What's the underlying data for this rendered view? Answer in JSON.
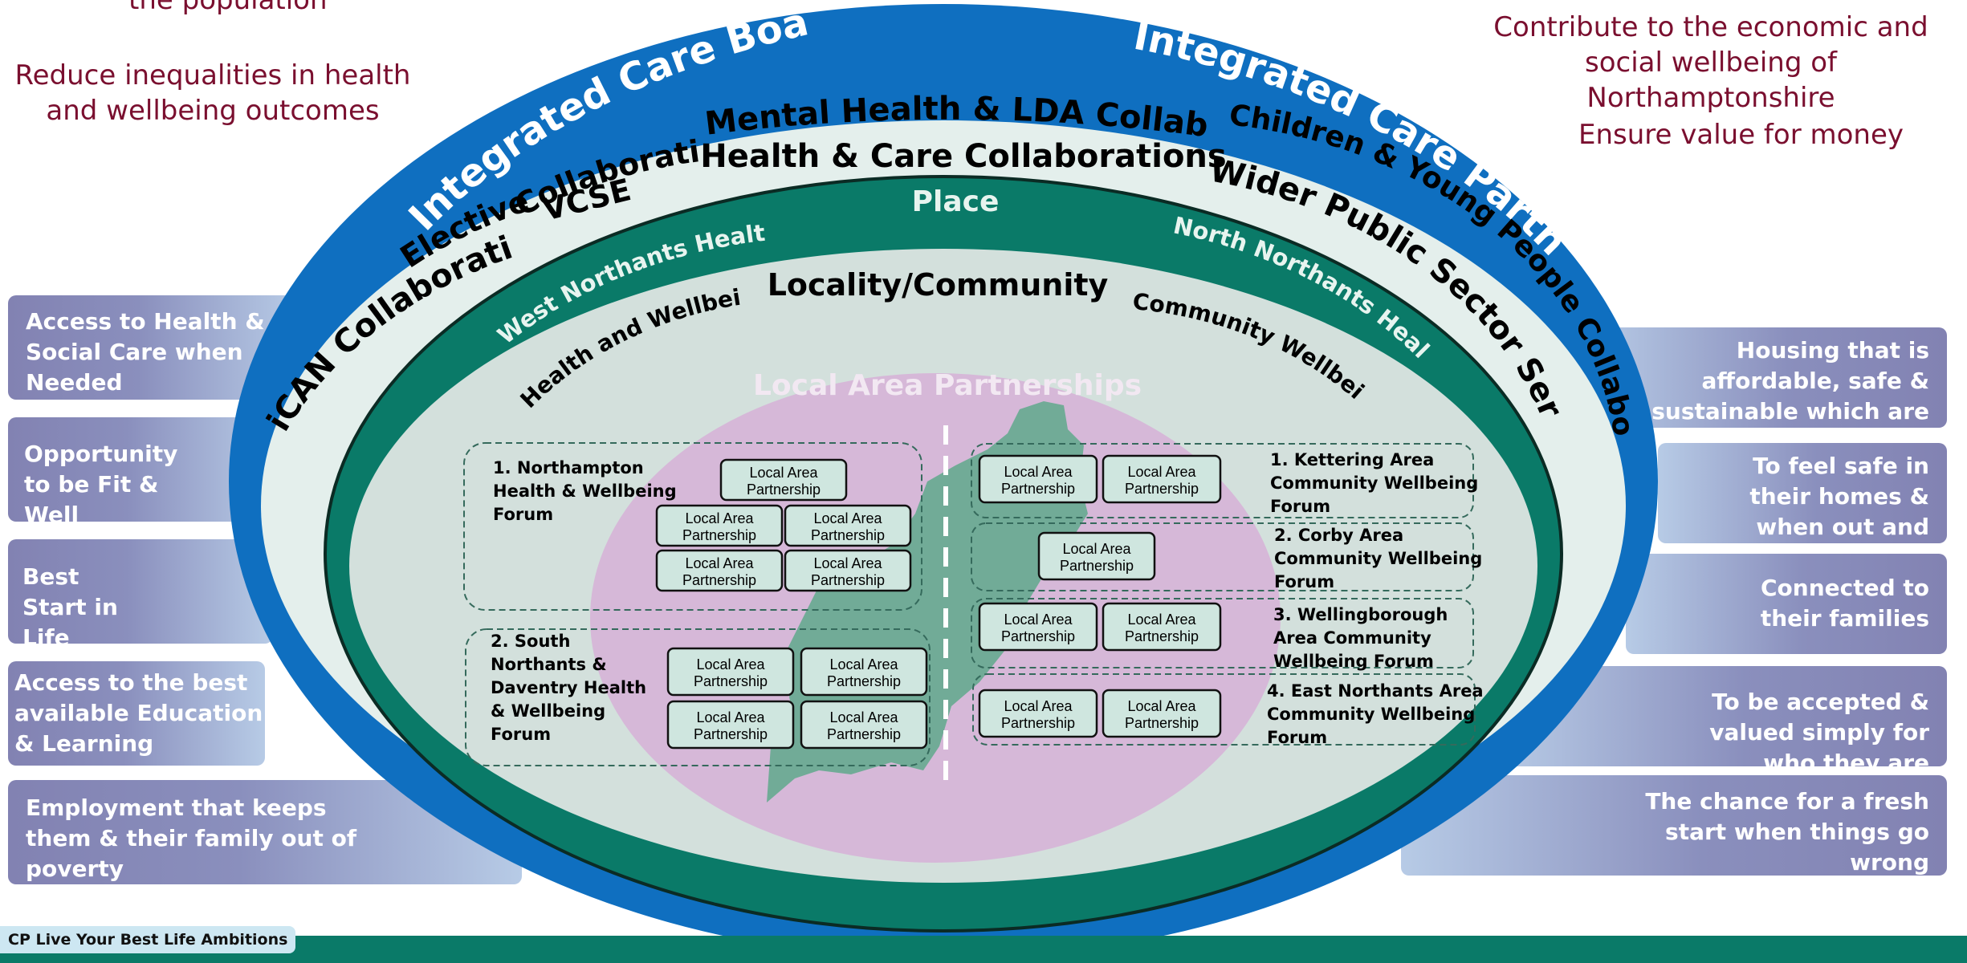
{
  "top_left_fragment": "the population",
  "left_goal": "Reduce inequalities in health and wellbeing outcomes",
  "right_goal_1": "Contribute to the economic and social wellbeing of Northamptonshire",
  "right_goal_2": "Ensure value for money",
  "left_ambitions": [
    "Access to Health & Social Care when Needed",
    "Opportunity to be Fit & Well",
    "Best Start in Life",
    "Access to the best available Education & Learning",
    "Employment that keeps them & their family out of poverty"
  ],
  "right_ambitions": [
    "Housing that is affordable, safe & sustainable which are clean a& green",
    "To feel safe in their homes & when out and about",
    "Connected to their families",
    "To be accepted & valued simply for who they are",
    "The chance for a fresh start when things go wrong"
  ],
  "outer_ring": {
    "left_label": "Integrated Care Board",
    "right_label": "Integrated Care Partnership"
  },
  "collaborations_ring": {
    "ican": "iCAN Collaborative",
    "elective": "Elective",
    "collab_vcse": "Collaborative",
    "vcse": "VCSE",
    "mental_health": "Mental Health & LDA Collaborative",
    "health_care": "Health & Care Collaborations",
    "children": "Children & Young People Collaborative",
    "wider": "Wider Public Sector Services"
  },
  "place_ring": {
    "title": "Place",
    "west": "West Northants Health & Wellbeing Board",
    "north": "North Northants Health & Wellbeing Board"
  },
  "locality": {
    "title": "Locality/Community",
    "hwb_forums": "Health and Wellbeing Forums",
    "cwb_forums": "Community Wellbeing Forums"
  },
  "lap": {
    "title": "Local Area Partnerships",
    "box_label": "Local Area Partnership"
  },
  "west_forums": [
    "1. Northampton Health & Wellbeing Forum",
    "2. South Northants & Daventry Health & Wellbeing Forum"
  ],
  "north_forums": [
    "1. Kettering Area Community Wellbeing Forum",
    "2. Corby Area Community Wellbeing Forum",
    "3. Wellingborough Area Community Wellbeing Forum",
    "4. East Northants Area Community Wellbeing Forum"
  ],
  "footer_label": "CP Live Your Best Life Ambitions",
  "colors": {
    "maroon": "#7a0f2f",
    "outer_blue": "#0f6fc0",
    "pale_ring": "#e4efec",
    "teal": "#0a7a68",
    "inner_grey": "#d3e0dc",
    "lilac": "#d6b8d8",
    "map_green": "#71ab97",
    "lap_box": "#cfe6df",
    "bar_purple": "#8282b2"
  }
}
